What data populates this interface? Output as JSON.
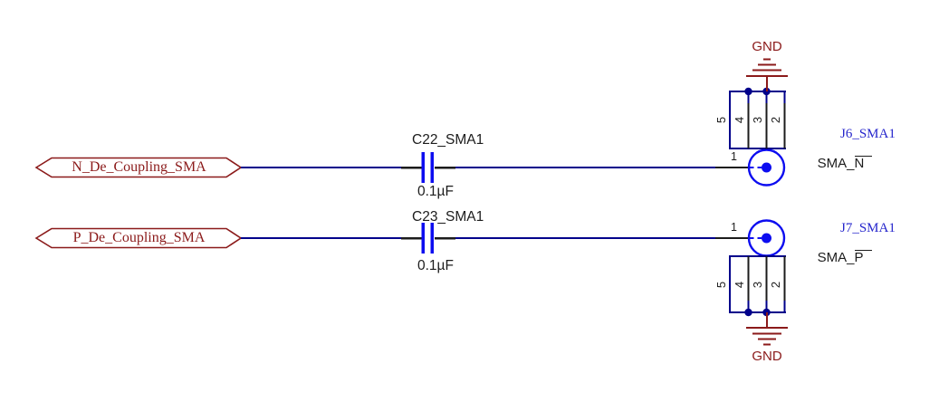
{
  "schematic": {
    "ports": [
      {
        "label": "N_De_Coupling_SMA"
      },
      {
        "label": "P_De_Coupling_SMA"
      }
    ],
    "capacitors": [
      {
        "designator": "C22_SMA1",
        "value": "0.1µF"
      },
      {
        "designator": "C23_SMA1",
        "value": "0.1µF"
      }
    ],
    "connectors": [
      {
        "designator": "J6_SMA1",
        "net_base": "SMA_",
        "net_suffix": "N",
        "pin1": "1",
        "shield_pins": [
          "5",
          "4",
          "3",
          "2"
        ],
        "gnd": "GND"
      },
      {
        "designator": "J7_SMA1",
        "net_base": "SMA_",
        "net_suffix": "P",
        "pin1": "1",
        "shield_pins": [
          "5",
          "4",
          "3",
          "2"
        ],
        "gnd": "GND"
      }
    ],
    "colors": {
      "wire": "#00008B",
      "symbol_blue": "#0D0DF0",
      "designator_blue": "#2626CC",
      "maroon": "#8B1A1A",
      "text_black": "#1C1C1C",
      "background": "#FFFFFF"
    }
  }
}
